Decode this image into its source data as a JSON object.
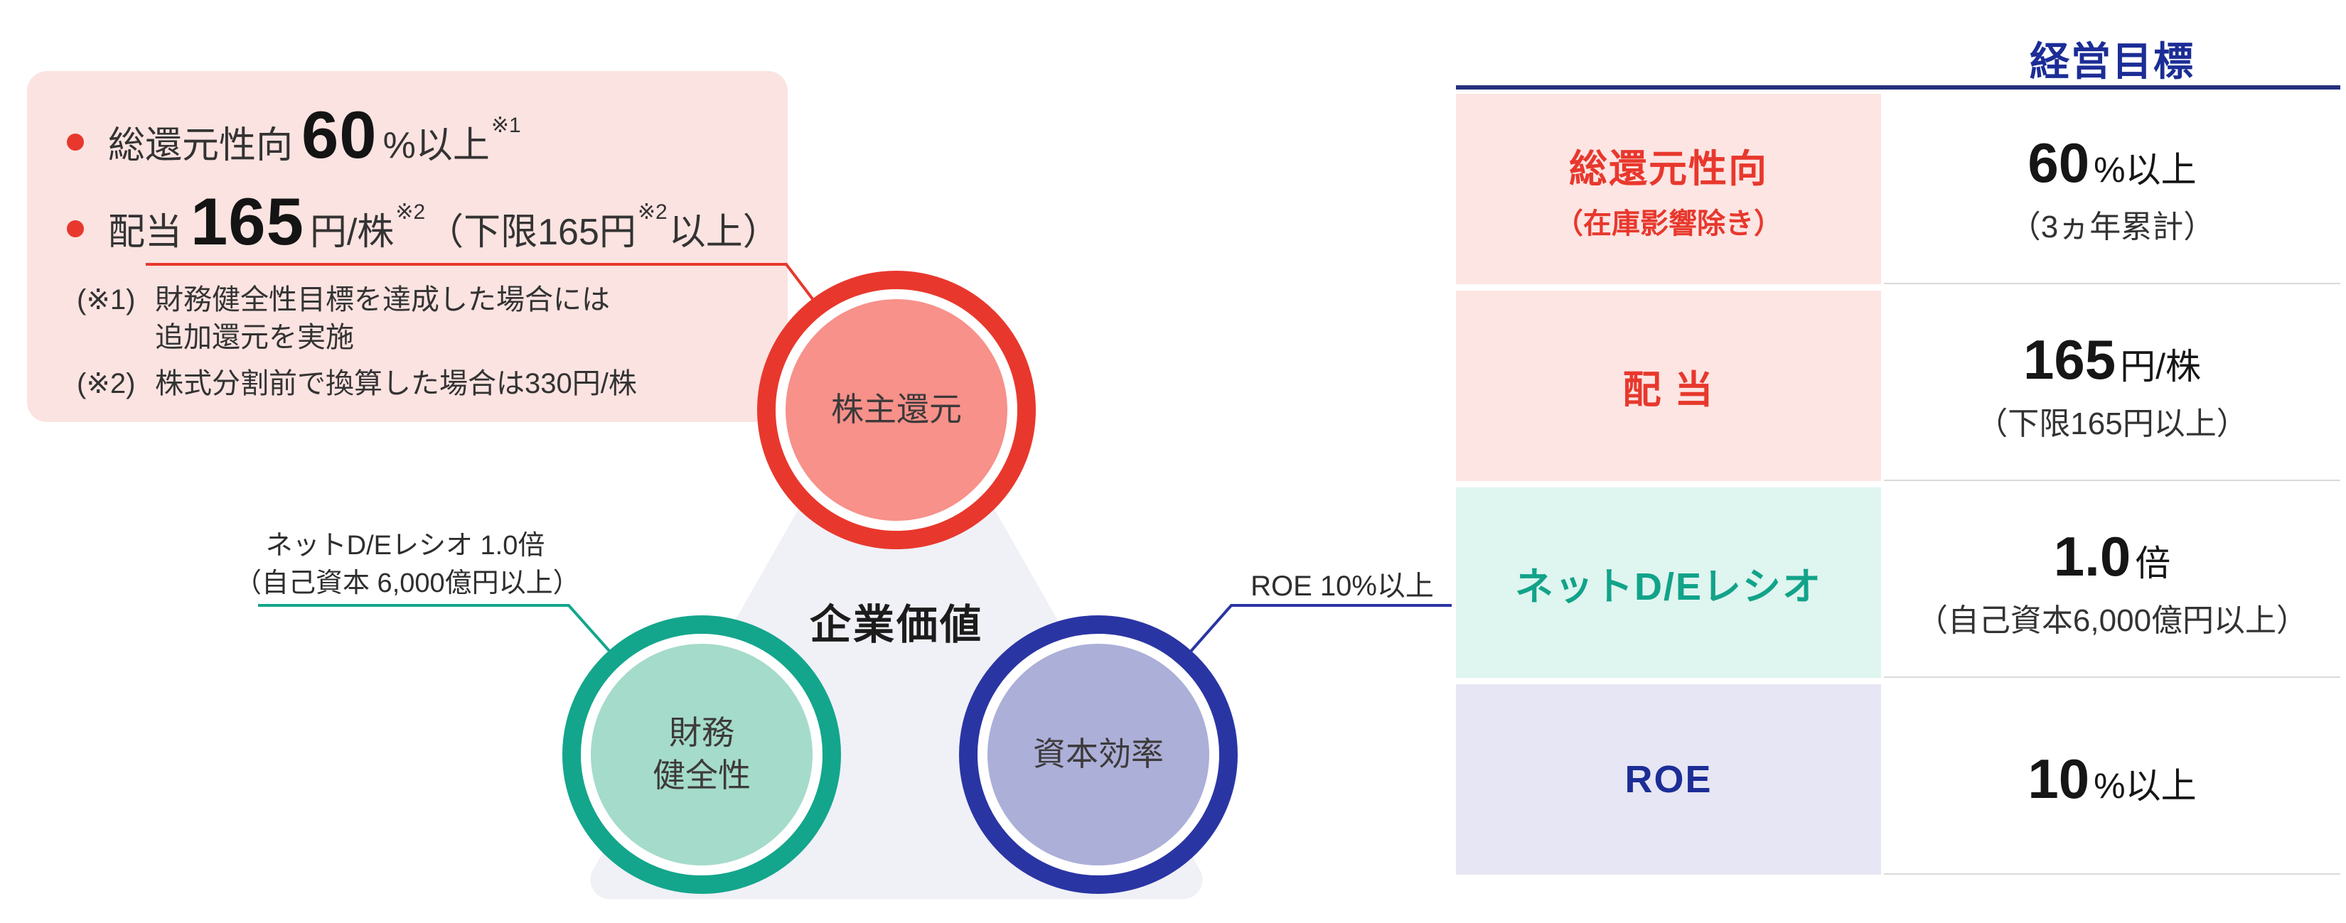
{
  "callout": {
    "bullets": [
      {
        "pre": "総還元性向",
        "big": "60",
        "post": "%以上",
        "sup": "※1"
      },
      {
        "pre": "配当",
        "big": "165",
        "post": "円/株",
        "sup": "※2",
        "paren_pre": "（下限165円",
        "paren_sup": "※2",
        "paren_post": "以上）"
      }
    ],
    "notes": [
      {
        "ref": "(※1)",
        "line1": "財務健全性目標を達成した場合には",
        "line2": "追加還元を実施"
      },
      {
        "ref": "(※2)",
        "line1": "株式分割前で換算した場合は330円/株",
        "line2": ""
      }
    ]
  },
  "diagram": {
    "center": "企業価値",
    "top_circle": "株主還元",
    "left_circle_line1": "財務",
    "left_circle_line2": "健全性",
    "right_circle": "資本効率",
    "left_note_line1": "ネットD/Eレシオ 1.0倍",
    "left_note_line2": "（自己資本 6,000億円以上）",
    "right_note": "ROE 10%以上"
  },
  "table": {
    "title": "経営目標",
    "rows": [
      {
        "label": "総還元性向",
        "label_sub": "（在庫影響除き）",
        "big": "60",
        "unit": "%以上",
        "sub": "（3ヵ年累計）"
      },
      {
        "label": "配 当",
        "label_sub": "",
        "big": "165",
        "unit": "円/株",
        "sub": "（下限165円以上）"
      },
      {
        "label": "ネットD/Eレシオ",
        "label_sub": "",
        "big": "1.0",
        "unit": "倍",
        "sub": "（自己資本6,000億円以上）"
      },
      {
        "label": "ROE",
        "label_sub": "",
        "big": "10",
        "unit": "%以上",
        "sub": ""
      }
    ]
  },
  "colors": {
    "red": "#E8382D",
    "salmon": "#F7918A",
    "teal": "#13A68C",
    "mint": "#A5DBCA",
    "indigo": "#2A35A4",
    "periwinkle": "#ACAFD8",
    "navy": "#1C2D96",
    "pink_bg": "#FBE3E1",
    "triangle": "#F0F0F7"
  }
}
